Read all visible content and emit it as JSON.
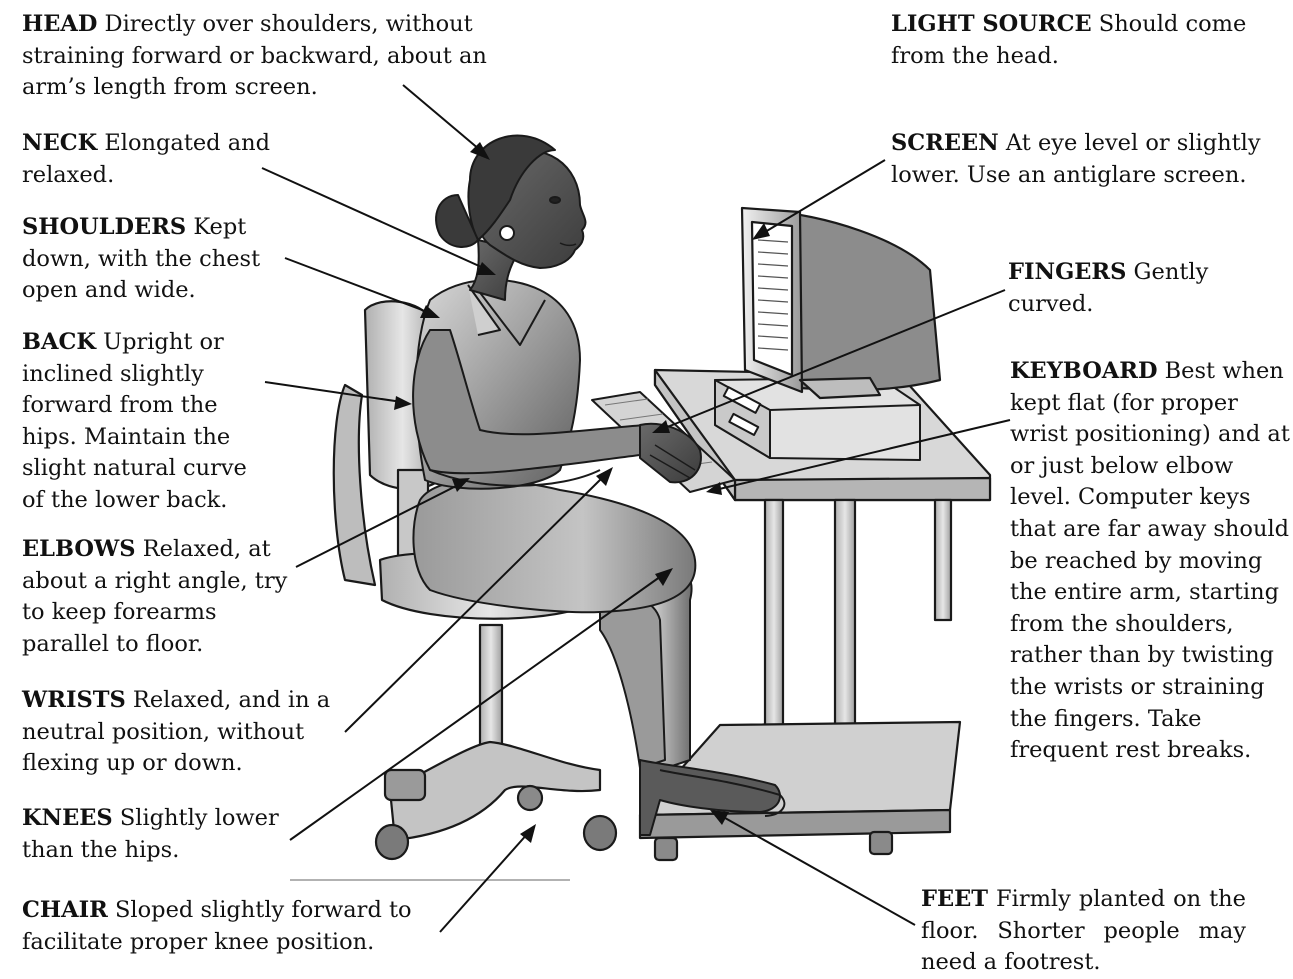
{
  "annotations": {
    "head": {
      "term": "HEAD",
      "text": "Directly over shoulders, without straining forward or backward, about an arm’s length from screen."
    },
    "neck": {
      "term": "NECK",
      "text": "Elongated and relaxed."
    },
    "shoulders": {
      "term": "SHOULDERS",
      "text": "Kept down, with the chest open and wide."
    },
    "back": {
      "term": "BACK",
      "text": "Upright or inclined slightly forward from the hips. Maintain the slight natural curve of the lower back."
    },
    "elbows": {
      "term": "ELBOWS",
      "text": "Relaxed, at about a right angle, try to keep forearms parallel to floor."
    },
    "wrists": {
      "term": "WRISTS",
      "text": "Relaxed, and in a neutral position, without flexing up or down."
    },
    "knees": {
      "term": "KNEES",
      "text": "Slightly lower than the hips."
    },
    "chair": {
      "term": "CHAIR",
      "text": "Sloped slightly forward to facilitate proper knee position."
    },
    "light_source": {
      "term": "LIGHT SOURCE",
      "text": "Should come from the head."
    },
    "screen": {
      "term": "SCREEN",
      "text": "At eye level or slightly lower. Use an antiglare screen."
    },
    "fingers": {
      "term": "FINGERS",
      "text": "Gently curved."
    },
    "keyboard": {
      "term": "KEYBOARD",
      "text": "Best when kept flat (for proper wrist positioning) and at or just below elbow level. Computer keys that are far away should be reached by moving the entire arm, starting from the shoulders, rather than by twisting the wrists or straining the fingers. Take frequent rest breaks."
    },
    "feet": {
      "term": "FEET",
      "text": "Firmly planted on the floor. Shorter people may need a footrest."
    }
  }
}
